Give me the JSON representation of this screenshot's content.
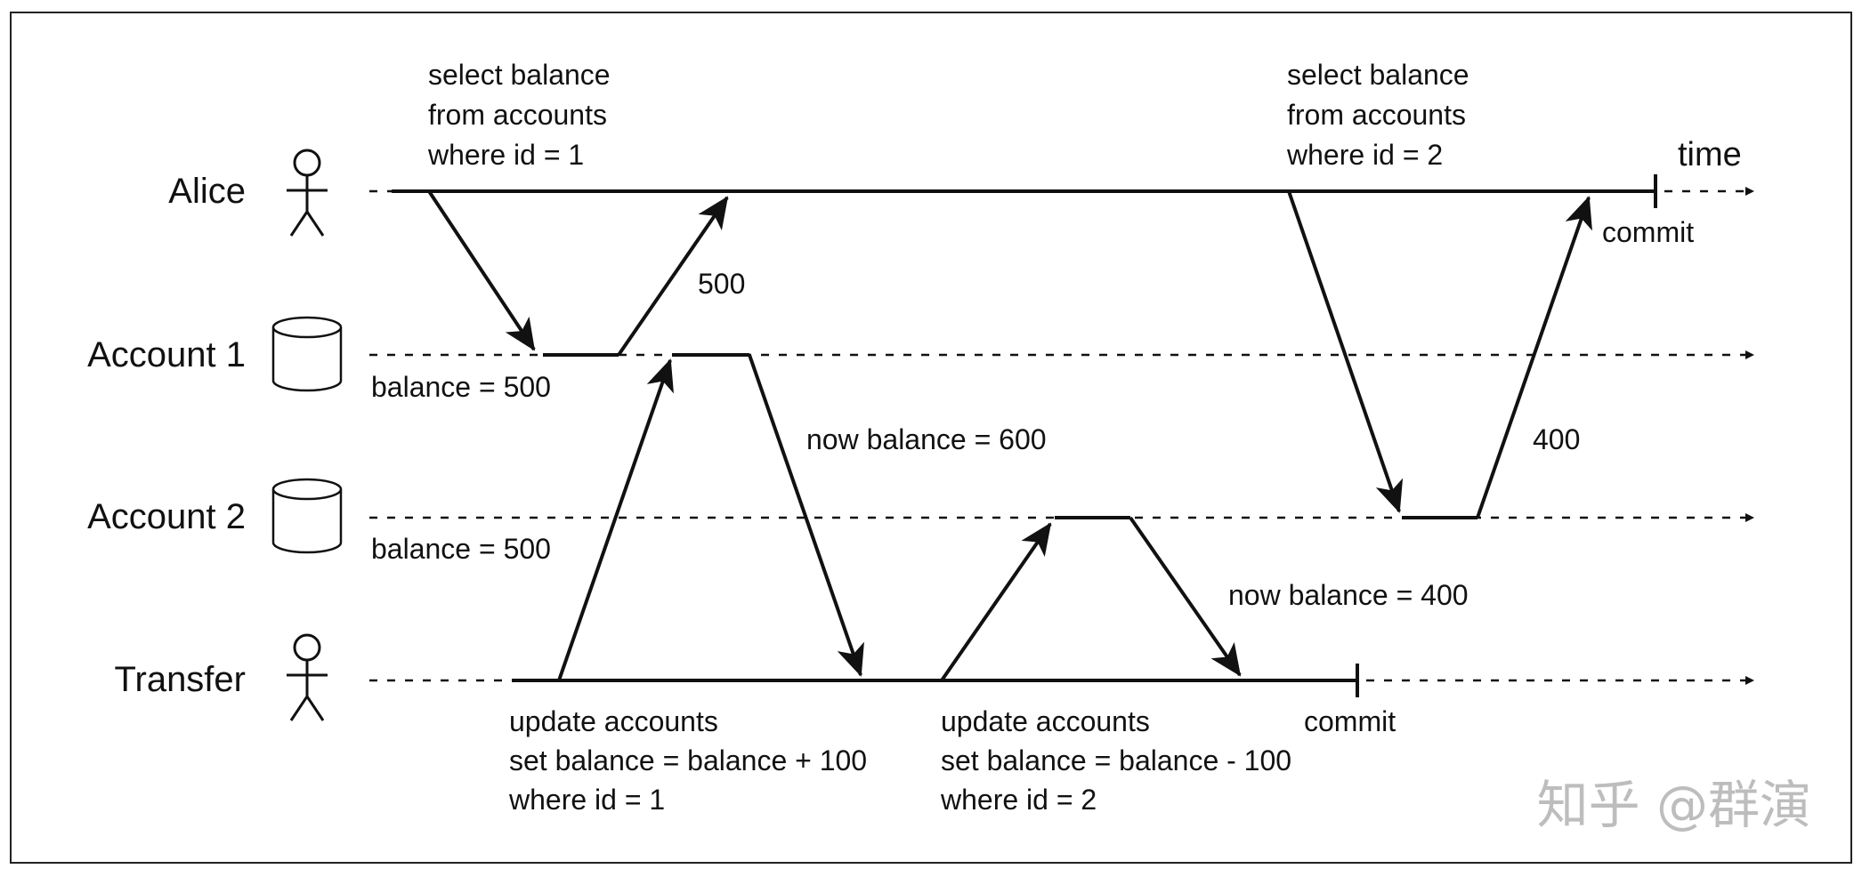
{
  "lanes": {
    "alice": "Alice",
    "account1": "Account 1",
    "account2": "Account 2",
    "transfer": "Transfer"
  },
  "time_label": "time",
  "alice_query_1": [
    "select balance",
    "from accounts",
    "where id = 1"
  ],
  "alice_query_2": [
    "select balance",
    "from accounts",
    "where id = 2"
  ],
  "alice_commit": "commit",
  "transfer_commit": "commit",
  "reply_500": "500",
  "reply_400": "400",
  "account1_balance": "balance = 500",
  "account2_balance": "balance = 500",
  "account1_now": "now balance = 600",
  "account2_now": "now balance = 400",
  "transfer_update_1": [
    "update accounts",
    "set balance = balance + 100",
    "where id = 1"
  ],
  "transfer_update_2": [
    "update accounts",
    "set balance = balance - 100",
    "where id = 2"
  ],
  "watermark": "知乎 @群演"
}
